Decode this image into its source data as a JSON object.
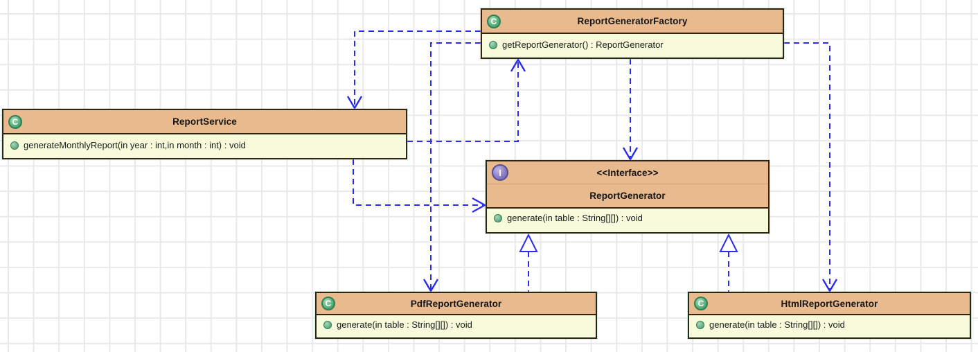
{
  "diagram_type": "uml-class-diagram",
  "icons": {
    "class_letter": "C",
    "interface_letter": "I"
  },
  "classes": [
    {
      "id": "report-generator-factory",
      "kind": "class",
      "name": "ReportGeneratorFactory",
      "methods": [
        {
          "visibility": "public",
          "signature": "getReportGenerator() : ReportGenerator"
        }
      ]
    },
    {
      "id": "report-service",
      "kind": "class",
      "name": "ReportService",
      "methods": [
        {
          "visibility": "public",
          "signature": "generateMonthlyReport(in year : int,in month : int) : void"
        }
      ]
    },
    {
      "id": "report-generator",
      "kind": "interface",
      "stereotype": "<<Interface>>",
      "name": "ReportGenerator",
      "methods": [
        {
          "visibility": "public",
          "signature": "generate(in table : String[][]) : void"
        }
      ]
    },
    {
      "id": "pdf-report-generator",
      "kind": "class",
      "name": "PdfReportGenerator",
      "methods": [
        {
          "visibility": "public",
          "signature": "generate(in table : String[][]) : void"
        }
      ]
    },
    {
      "id": "html-report-generator",
      "kind": "class",
      "name": "HtmlReportGenerator",
      "methods": [
        {
          "visibility": "public",
          "signature": "generate(in table : String[][]) : void"
        }
      ]
    }
  ],
  "relationships": [
    {
      "type": "dependency",
      "style": "dashed-open-arrow",
      "from": "ReportGeneratorFactory",
      "to": "ReportService"
    },
    {
      "type": "dependency",
      "style": "dashed-open-arrow",
      "from": "ReportGeneratorFactory",
      "to": "PdfReportGenerator"
    },
    {
      "type": "dependency",
      "style": "dashed-open-arrow",
      "from": "ReportGeneratorFactory",
      "to": "ReportGenerator"
    },
    {
      "type": "dependency",
      "style": "dashed-open-arrow",
      "from": "ReportGeneratorFactory",
      "to": "HtmlReportGenerator"
    },
    {
      "type": "dependency",
      "style": "dashed-open-arrow",
      "from": "ReportService",
      "to": "ReportGeneratorFactory"
    },
    {
      "type": "dependency",
      "style": "dashed-open-arrow",
      "from": "ReportService",
      "to": "ReportGenerator"
    },
    {
      "type": "realization",
      "style": "dashed-hollow-triangle",
      "from": "PdfReportGenerator",
      "to": "ReportGenerator"
    },
    {
      "type": "realization",
      "style": "dashed-hollow-triangle",
      "from": "HtmlReportGenerator",
      "to": "ReportGenerator"
    }
  ],
  "colors": {
    "header_fill": "#e9ba8e",
    "body_fill": "#f7fbdc",
    "box_border": "#33220f",
    "connector_blue": "#2b2bee",
    "class_icon_green": "#5cb380",
    "interface_icon_purple": "#8d7fc4",
    "grid_line": "#e9e9ec"
  }
}
